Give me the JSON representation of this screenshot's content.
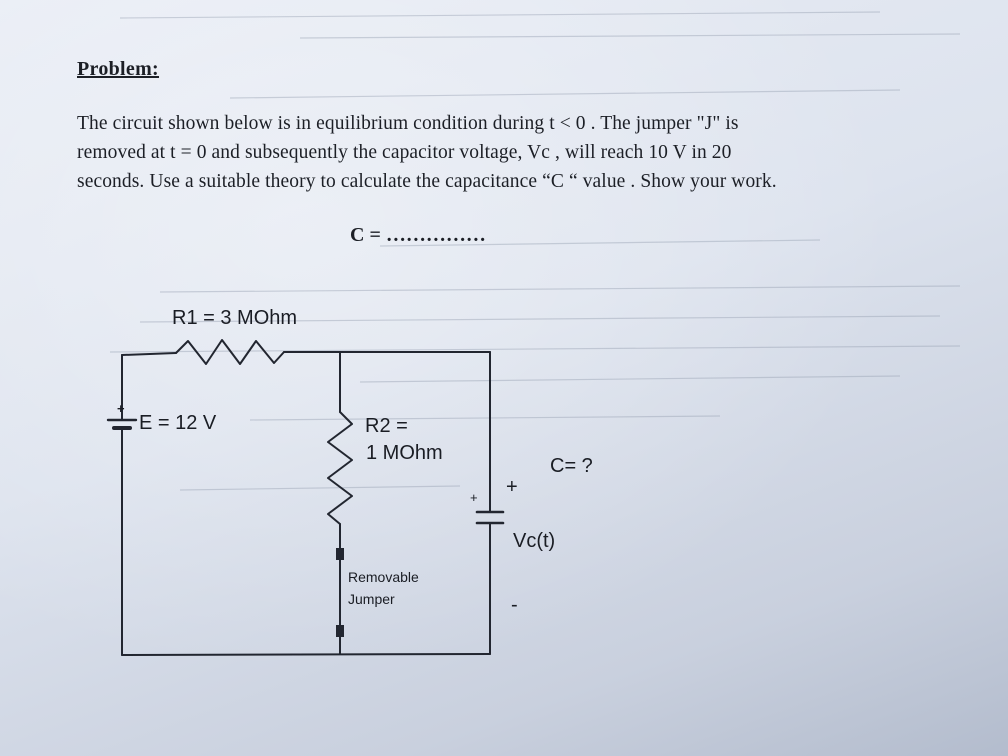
{
  "problem": {
    "heading": "Problem:",
    "lines": [
      "The circuit shown below is in equilibrium condition during t < 0 . The jumper \"J\" is",
      "removed at t = 0 and subsequently the capacitor voltage, Vc , will reach 10 V in 20",
      "seconds. Use a suitable theory to calculate the capacitance “C “ value . Show your work."
    ],
    "answer_line": "C = ……………"
  },
  "circuit": {
    "r1_label": "R1 = 3 MOhm",
    "source_plus": "+",
    "source_label": "E = 12 V",
    "r2_label_line1": "R2 =",
    "r2_label_line2": "1 MOhm",
    "cap_label": "C= ?",
    "cap_plus_small": "+",
    "vc_plus": "+",
    "vc_label": "Vc(t)",
    "vc_minus": "-",
    "jumper_label_line1": "Removable",
    "jumper_label_line2": "Jumper"
  }
}
